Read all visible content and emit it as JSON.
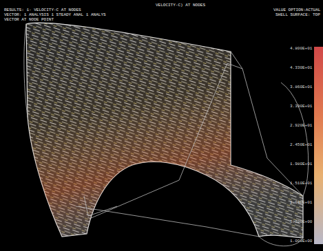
{
  "diagram": {
    "title": "VELOCITY-C) AT NODES",
    "labels": [
      "RESULTS: 1- VELOCITY-C AT NODES",
      "VECTOR: 1 ANALYSIS 1 STEADY ANAL 1 ANALYS",
      "VECTOR AT NODE POINT",
      "VALUE OPTION:ACTUAL",
      "SHELL SURFACE: TOP",
      "4.800E+01",
      "4.330E+01",
      "3.860E+01",
      "3.390E+01",
      "2.920E+01",
      "2.450E+01",
      "1.980E+01",
      "1.510E+01",
      "1.040E+01",
      "5.700E+00",
      "1.000E+00"
    ]
  }
}
